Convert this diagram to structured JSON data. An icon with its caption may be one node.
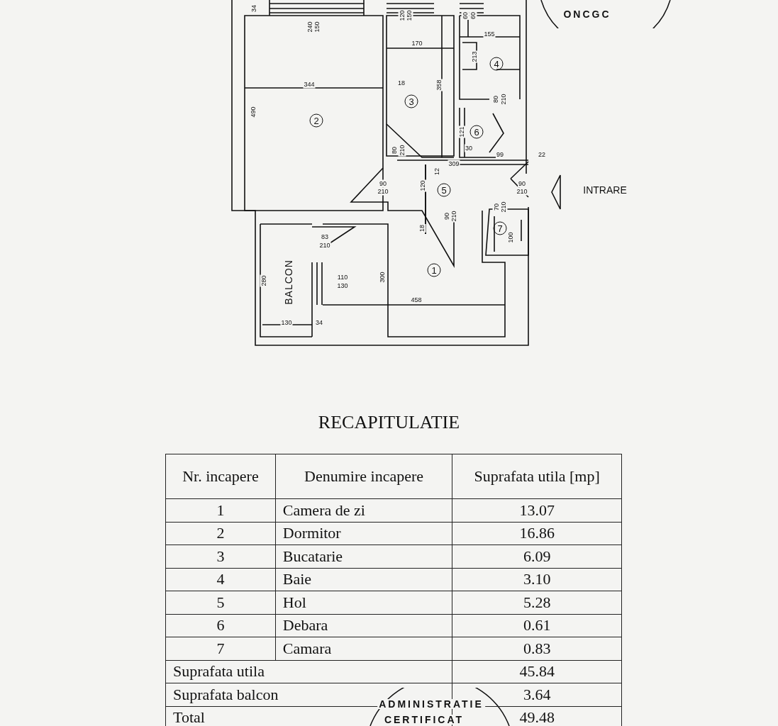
{
  "diagram": {
    "title": "RECAPITULATIE",
    "labels": [
      "ONCGC",
      "34",
      "240",
      "150",
      "120",
      "150",
      "60",
      "60",
      "155",
      "170",
      "213",
      "4",
      "344",
      "18",
      "358",
      "3",
      "80",
      "210",
      "490",
      "2",
      "6",
      "121",
      "30",
      "80",
      "210",
      "99",
      "22",
      "309",
      "12",
      "90",
      "210",
      "120",
      "5",
      "90",
      "210",
      "INTRARE",
      "70",
      "210",
      "90",
      "210",
      "18",
      "7",
      "83",
      "210",
      "100",
      "280",
      "BALCON",
      "1",
      "110",
      "130",
      "300",
      "458",
      "130",
      "34",
      "Nr. incapere",
      "Denumire incapere",
      "Suprafata utila [mp]",
      "1",
      "Camera de zi",
      "13.07",
      "2",
      "Dormitor",
      "16.86",
      "3",
      "Bucatarie",
      "6.09",
      "4",
      "Baie",
      "3.10",
      "5",
      "Hol",
      "5.28",
      "6",
      "Debara",
      "0.61",
      "7",
      "Camara",
      "0.83",
      "Suprafata utila",
      "45.84",
      "Suprafata balcon",
      "3.64",
      "Total",
      "49.48",
      "ADMINISTRATIE",
      "CERTIFICAT"
    ]
  }
}
